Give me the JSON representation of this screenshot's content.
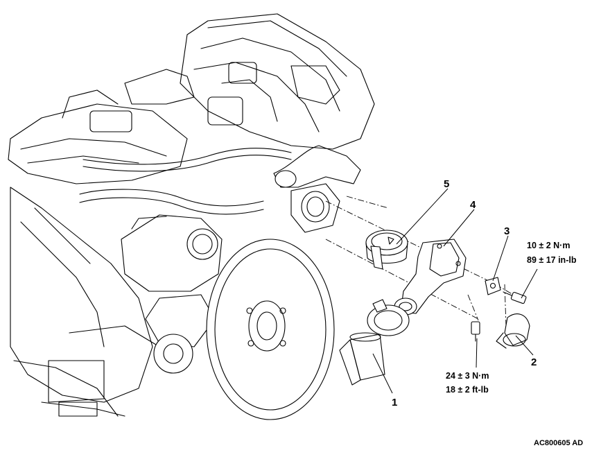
{
  "callouts": [
    {
      "id": "1",
      "text": "1"
    },
    {
      "id": "2",
      "text": "2"
    },
    {
      "id": "3",
      "text": "3"
    },
    {
      "id": "4",
      "text": "4"
    },
    {
      "id": "5",
      "text": "5"
    }
  ],
  "torque_upper": {
    "line1": "10 ± 2 N·m",
    "line2": "89 ± 17 in-lb"
  },
  "torque_lower": {
    "line1": "24 ± 3 N·m",
    "line2": "18 ± 2 ft-lb"
  },
  "figure_code": "AC800605 AD"
}
